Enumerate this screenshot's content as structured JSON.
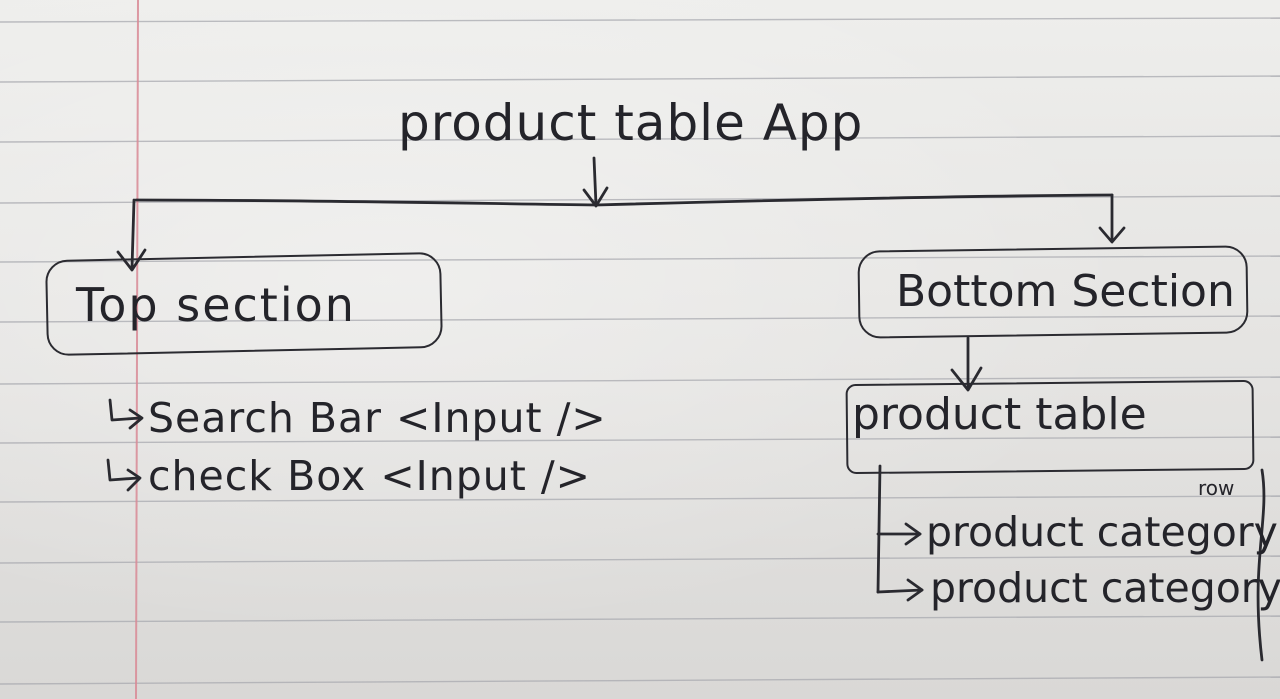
{
  "diagram": {
    "title": "product table App",
    "top_section": {
      "label": "Top section",
      "children": [
        "Search Bar <Input />",
        "check Box <Input />"
      ]
    },
    "bottom_section": {
      "label": "Bottom Section",
      "child": {
        "label": "product table",
        "children": [
          "product category",
          "product category"
        ],
        "note": "row"
      }
    }
  }
}
